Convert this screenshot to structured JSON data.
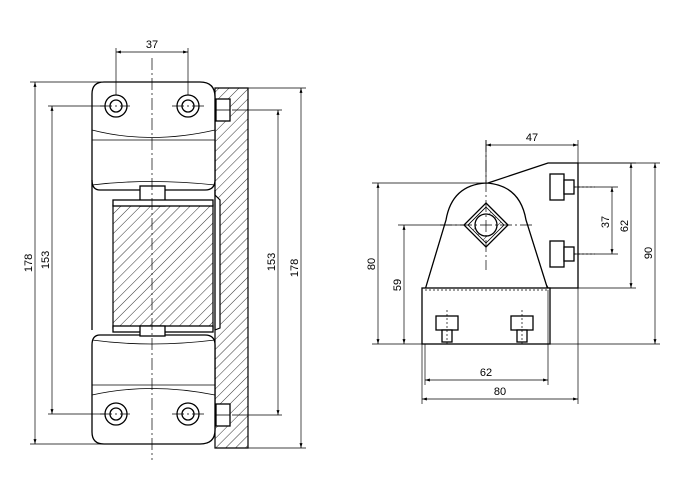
{
  "front_view": {
    "dim_top_width": "37",
    "dim_overall_height_left": "178",
    "dim_hole_spacing_left": "153",
    "dim_hole_spacing_right": "153",
    "dim_overall_height_right": "178"
  },
  "side_view": {
    "dim_top_offset": "47",
    "dim_overall_height": "80",
    "dim_pivot_height": "59",
    "dim_hole_spacing": "37",
    "dim_plate_inner": "62",
    "dim_plate_outer": "90",
    "dim_base_holes": "62",
    "dim_base_width": "80"
  }
}
